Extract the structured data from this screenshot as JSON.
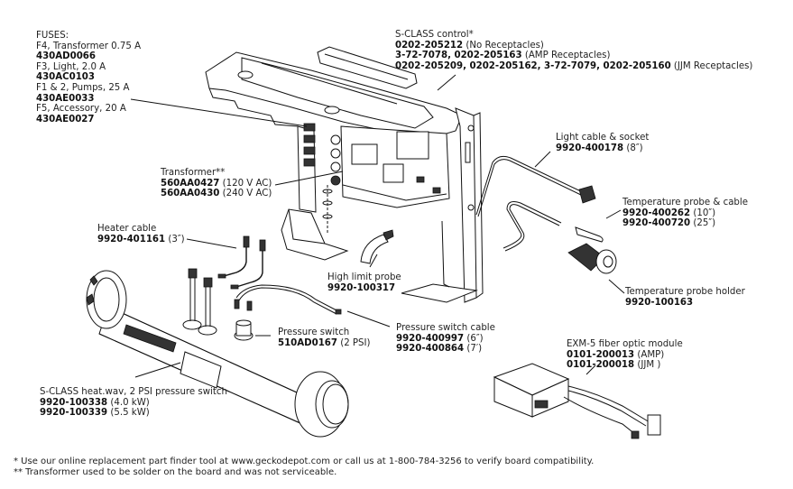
{
  "fuses": {
    "heading": "FUSES:",
    "items": [
      {
        "desc": "F4, Transformer 0.75 A",
        "part": "430AD0066"
      },
      {
        "desc": "F3, Light, 2.0 A",
        "part": "430AC0103"
      },
      {
        "desc": "F1 & 2, Pumps, 25 A",
        "part": "430AE0033"
      },
      {
        "desc": "F5, Accessory, 20 A",
        "part": "430AE0027"
      }
    ]
  },
  "control": {
    "title": "S-CLASS control*",
    "lines": [
      {
        "parts": "0202-205212",
        "note": "(No Receptacles)"
      },
      {
        "parts": "3-72-7078, 0202-205163",
        "note": "(AMP Receptacles)"
      },
      {
        "parts": "0202-205209, 0202-205162, 3-72-7079, 0202-205160",
        "note": "(JJM Receptacles)"
      }
    ]
  },
  "light_cable": {
    "title": "Light cable & socket",
    "part": "9920-400178",
    "note": "(8″)"
  },
  "temp_probe": {
    "title": "Temperature probe & cable",
    "lines": [
      {
        "part": "9920-400262",
        "note": "(10″)"
      },
      {
        "part": "9920-400720",
        "note": "(25″)"
      }
    ]
  },
  "temp_holder": {
    "title": "Temperature probe holder",
    "part": "9920-100163"
  },
  "transformer": {
    "title": "Transformer**",
    "lines": [
      {
        "part": "560AA0427",
        "note": "(120 V AC)"
      },
      {
        "part": "560AA0430",
        "note": "(240 V AC)"
      }
    ]
  },
  "heater_cable": {
    "title": "Heater cable",
    "part": "9920-401161",
    "note": "(3″)"
  },
  "high_limit": {
    "title": "High limit probe",
    "part": "9920-100317"
  },
  "pressure_switch": {
    "title": "Pressure switch",
    "part": "510AD0167",
    "note": "(2 PSI)"
  },
  "pressure_cable": {
    "title": "Pressure switch cable",
    "lines": [
      {
        "part": "9920-400997",
        "note": "(6″)"
      },
      {
        "part": "9920-400864",
        "note": "(7′)"
      }
    ]
  },
  "exm5": {
    "title": "EXM-5 fiber optic module",
    "lines": [
      {
        "part": "0101-200013",
        "note": "(AMP)"
      },
      {
        "part": "0101-200018",
        "note": "(JJM )"
      }
    ]
  },
  "heater": {
    "title": "S-CLASS heat.wav, 2 PSI pressure switch",
    "lines": [
      {
        "part": "9920-100338",
        "note": "(4.0 kW)"
      },
      {
        "part": "9920-100339",
        "note": "(5.5 kW)"
      }
    ]
  },
  "footnotes": [
    "* Use our online replacement part finder tool at www.geckodepot.com or call us at 1-800-784-3256 to verify board compatibility.",
    "** Transformer used to be solder on the board and was not serviceable."
  ]
}
